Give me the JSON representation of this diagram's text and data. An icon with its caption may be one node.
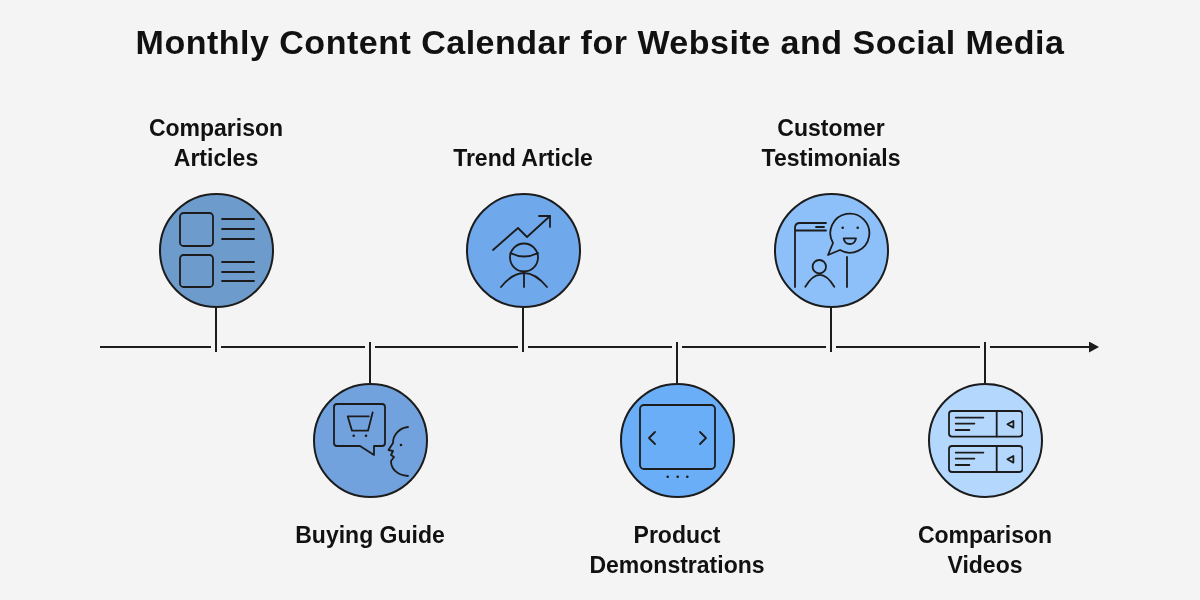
{
  "diagram": {
    "title": "Monthly Content Calendar for Website and Social Media",
    "nodes": [
      {
        "text": [
          "Comparison Articles"
        ]
      },
      {
        "text": [
          "Buying Guide"
        ]
      },
      {
        "text": [
          "Trend Article"
        ]
      },
      {
        "text": [
          "Product Demonstrations"
        ]
      },
      {
        "text": [
          "Customer Testimonials"
        ]
      },
      {
        "text": [
          "Comparison Videos"
        ]
      }
    ],
    "edges": [
      {
        "from": 0,
        "to": null,
        "arrow": "none"
      },
      {
        "from": 1,
        "to": null,
        "arrow": "none"
      },
      {
        "from": 2,
        "to": null,
        "arrow": "none"
      },
      {
        "from": 3,
        "to": null,
        "arrow": "none"
      },
      {
        "from": 4,
        "to": null,
        "arrow": "none"
      },
      {
        "from": 5,
        "to": null,
        "arrow": "none"
      }
    ]
  }
}
